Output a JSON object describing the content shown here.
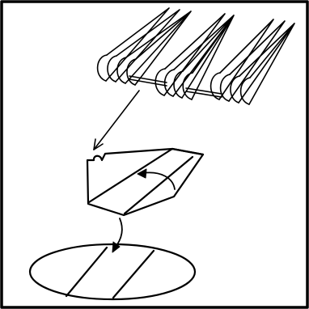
{
  "diagram": {
    "stroke_color": "#000000",
    "background_color": "#ffffff",
    "parts": [
      "cone-group",
      "cut-block",
      "flat-section-ellipse"
    ]
  }
}
